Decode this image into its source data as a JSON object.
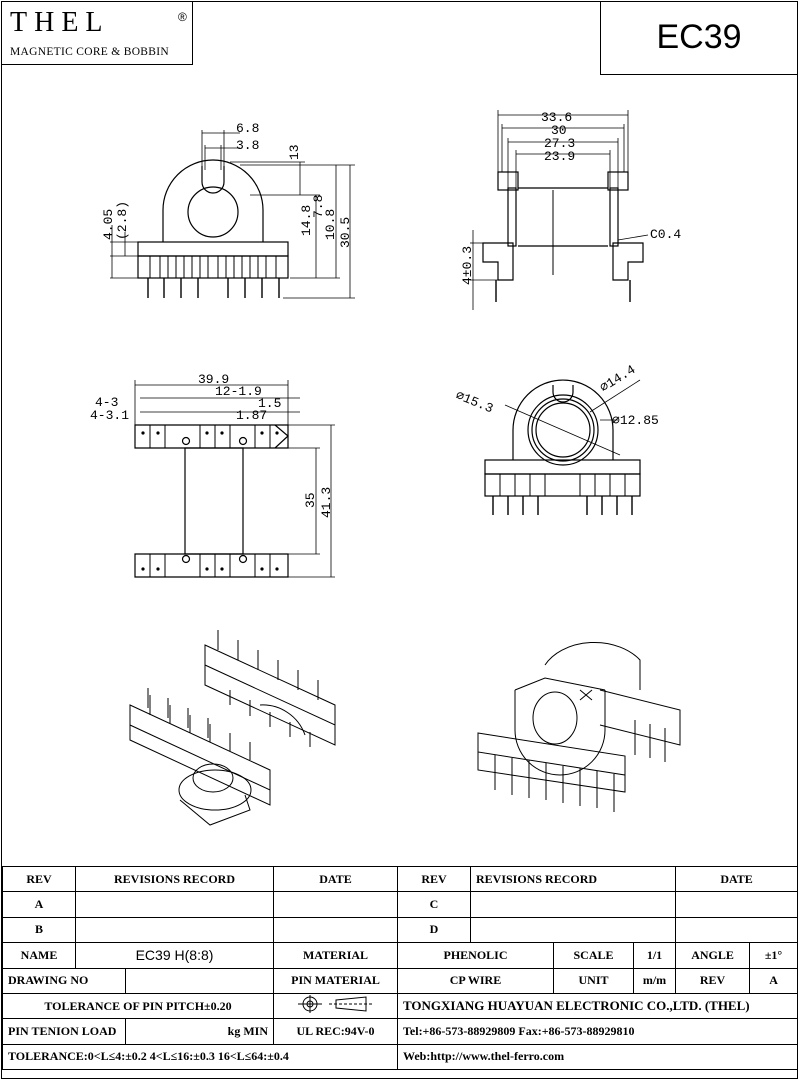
{
  "brand": {
    "logo": "THEL",
    "registered": "®",
    "subtitle": "MAGNETIC CORE & BOBBIN"
  },
  "part_no": "EC39",
  "dimensions": {
    "front": [
      "6.8",
      "3.8",
      "13",
      "4.05",
      "(2.8)",
      "14.8",
      "7.8",
      "10.8",
      "30.5"
    ],
    "side": [
      "33.6",
      "30",
      "27.3",
      "23.9",
      "4±0.3",
      "C0.4"
    ],
    "top": [
      "39.9",
      "4-3",
      "4-3.1",
      "12-1.9",
      "1.5",
      "1.87",
      "35",
      "41.3"
    ],
    "end": [
      "∅15.3",
      "∅14.4",
      "∅12.85"
    ]
  },
  "title_block": {
    "rev_header": "REV",
    "revisions_record": "REVISIONS RECORD",
    "date_header": "DATE",
    "rev_a": "A",
    "rev_b": "B",
    "rev_c": "C",
    "rev_d": "D",
    "name_label": "NAME",
    "name_value": "EC39 H(8:8)",
    "material_label": "MATERIAL",
    "material_value": "PHENOLIC",
    "scale_label": "SCALE",
    "scale_value": "1/1",
    "angle_label": "ANGLE",
    "angle_value": "±1°",
    "drawing_no_label": "DRAWING NO",
    "pin_material_label": "PIN MATERIAL",
    "pin_material_value": "CP WIRE",
    "unit_label": "UNIT",
    "unit_value": "m/m",
    "rev_label": "REV",
    "rev_value": "A",
    "tolerance_pitch": "TOLERANCE OF PIN PITCH±0.20",
    "company": "TONGXIANG HUAYUAN ELECTRONIC CO.,LTD. (THEL)",
    "pin_tension_label": "PIN TENION LOAD",
    "pin_tension_unit": "kg MIN",
    "ul_rec": "UL REC:94V-0",
    "tel_fax": "Tel:+86-573-88929809 Fax:+86-573-88929810",
    "tolerance_general": "TOLERANCE:0<L≤4:±0.2  4<L≤16:±0.3  16<L≤64:±0.4",
    "web": "Web:http://www.thel-ferro.com"
  }
}
